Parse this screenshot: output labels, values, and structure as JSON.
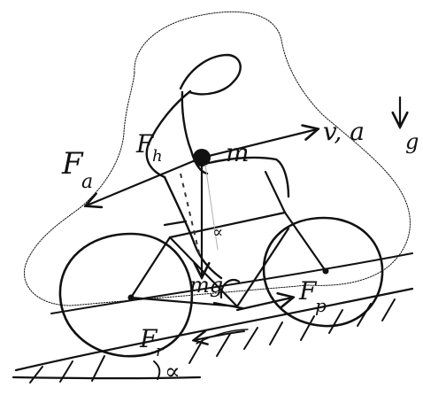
{
  "diagram": {
    "labels": {
      "m": "m",
      "v_a": "v, a",
      "g": "g",
      "F_a": "F",
      "F_a_sub": "a",
      "F_h": "F",
      "F_h_sub": "h",
      "mg": "mg",
      "F_p": "F",
      "F_p_sub": "p",
      "F_r": "F",
      "F_r_sub": "r",
      "alpha_top": "∝",
      "alpha_bottom": "∝"
    },
    "colors": {
      "ink": "#111111",
      "dashed": "#333333",
      "faint": "#b0b0b0"
    }
  }
}
